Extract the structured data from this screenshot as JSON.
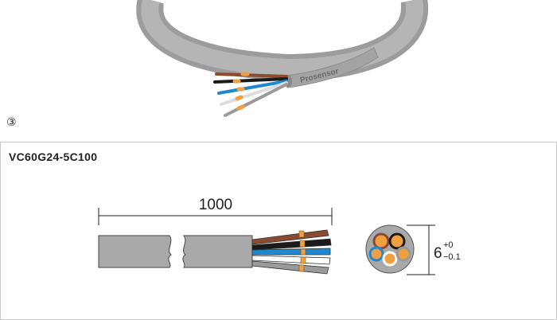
{
  "photo": {
    "brand_text": "Prosensor"
  },
  "section": {
    "number": "③"
  },
  "spec": {
    "model": "VC60G24-5C100",
    "length_label": "1000",
    "diameter_main": "6",
    "tol_plus": "+0",
    "tol_minus": "−0.1"
  },
  "colors": {
    "sheath": "#a9a9a9",
    "sheath_dark": "#8a8a8a",
    "brown": "#8b4a32",
    "black": "#1a1a1a",
    "blue": "#1e88d1",
    "white": "#ffffff",
    "gray": "#9a9a9a",
    "copper": "#f0a040"
  }
}
